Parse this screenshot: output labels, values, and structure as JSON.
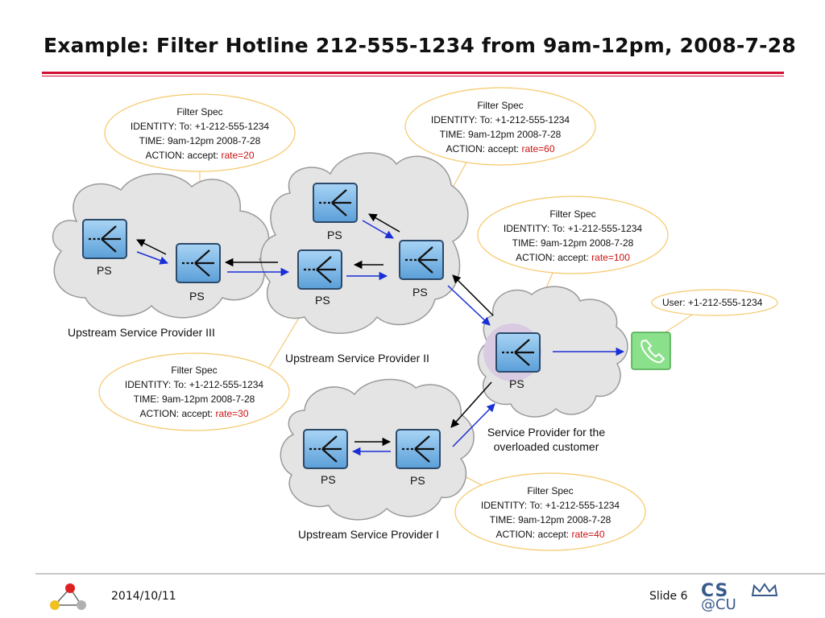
{
  "slide": {
    "title": "Example: Filter Hotline 212-555-1234 from 9am-12pm, 2008-7-28",
    "date": "2014/10/11",
    "slide_number": "Slide 6",
    "accent_color": "#d01035",
    "logo_text_top": "CS",
    "logo_text_bottom": "@CU"
  },
  "clouds": {
    "provider_iii": "Upstream Service Provider III",
    "provider_ii": "Upstream Service Provider II",
    "provider_i": "Upstream Service Provider I",
    "customer_line1": "Service Provider for the",
    "customer_line2": "overloaded customer"
  },
  "ps_label": "PS",
  "user_label": "User: +1-212-555-1234",
  "filter_specs": [
    {
      "heading": "Filter Spec",
      "identity": "IDENTITY: To: +1-212-555-1234",
      "time": "TIME: 9am-12pm 2008-7-28",
      "action": "ACTION: accept:",
      "rate": "rate=20"
    },
    {
      "heading": "Filter Spec",
      "identity": "IDENTITY: To: +1-212-555-1234",
      "time": "TIME: 9am-12pm 2008-7-28",
      "action": "ACTION: accept:",
      "rate": "rate=60"
    },
    {
      "heading": "Filter Spec",
      "identity": "IDENTITY: To: +1-212-555-1234",
      "time": "TIME: 9am-12pm 2008-7-28",
      "action": "ACTION: accept:",
      "rate": "rate=100"
    },
    {
      "heading": "Filter Spec",
      "identity": "IDENTITY: To: +1-212-555-1234",
      "time": "TIME: 9am-12pm 2008-7-28",
      "action": "ACTION: accept:",
      "rate": "rate=30"
    },
    {
      "heading": "Filter Spec",
      "identity": "IDENTITY: To: +1-212-555-1234",
      "time": "TIME: 9am-12pm 2008-7-28",
      "action": "ACTION: accept:",
      "rate": "rate=40"
    }
  ],
  "colors": {
    "cloud_fill": "#e4e4e4",
    "ps_icon": "#7ab8ea",
    "forward_arrow": "#1a2fd6",
    "backward_arrow": "#000000",
    "callout_border": "#f5c96a",
    "phone_icon": "#8be08b",
    "rate_text": "#cc1111"
  }
}
